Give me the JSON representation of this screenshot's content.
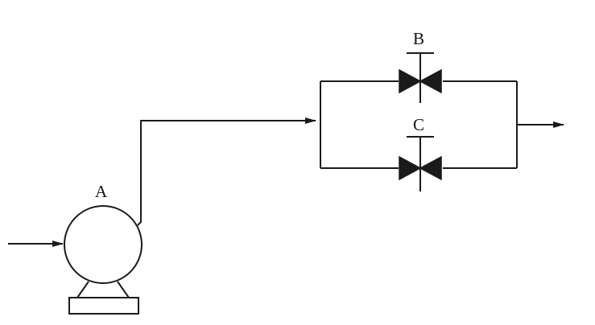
{
  "diagram": {
    "labels": {
      "pump": "A",
      "valve_top": "B",
      "valve_bottom": "C"
    },
    "components": [
      {
        "id": "A",
        "kind": "pump"
      },
      {
        "id": "B",
        "kind": "valve",
        "branch": "upper"
      },
      {
        "id": "C",
        "kind": "valve",
        "branch": "lower"
      }
    ],
    "flow": {
      "inlet_icon": "arrow-right-icon",
      "outlet_icon": "arrow-right-icon"
    },
    "colors": {
      "line": "#1a1a1a",
      "background": "#ffffff"
    }
  }
}
